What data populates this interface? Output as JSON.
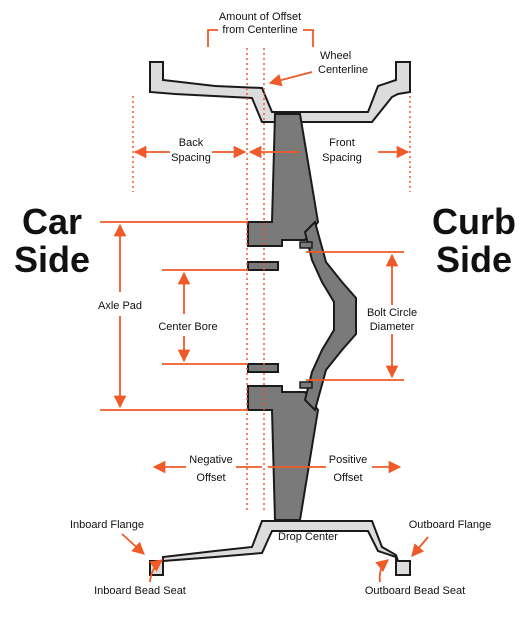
{
  "colors": {
    "accent": "#f05a28",
    "wheel_fill": "#dcdcdc",
    "hub_fill": "#7a7a7a",
    "outline": "#1a1a1a",
    "text": "#111111"
  },
  "labels": {
    "offset_amount_line1": "Amount of Offset",
    "offset_amount_line2": "from Centerline",
    "wheel_centerline_line1": "Wheel",
    "wheel_centerline_line2": "Centerline",
    "back_spacing_line1": "Back",
    "back_spacing_line2": "Spacing",
    "front_spacing_line1": "Front",
    "front_spacing_line2": "Spacing",
    "car_side_line1": "Car",
    "car_side_line2": "Side",
    "curb_side_line1": "Curb",
    "curb_side_line2": "Side",
    "axle_pad": "Axle Pad",
    "center_bore": "Center Bore",
    "bolt_circle_line1": "Bolt Circle",
    "bolt_circle_line2": "Diameter",
    "negative_offset_line1": "Negative",
    "negative_offset_line2": "Offset",
    "positive_offset_line1": "Positive",
    "positive_offset_line2": "Offset",
    "drop_center": "Drop Center",
    "inboard_flange": "Inboard Flange",
    "outboard_flange": "Outboard Flange",
    "inboard_bead_seat": "Inboard Bead Seat",
    "outboard_bead_seat": "Outboard Bead Seat"
  }
}
